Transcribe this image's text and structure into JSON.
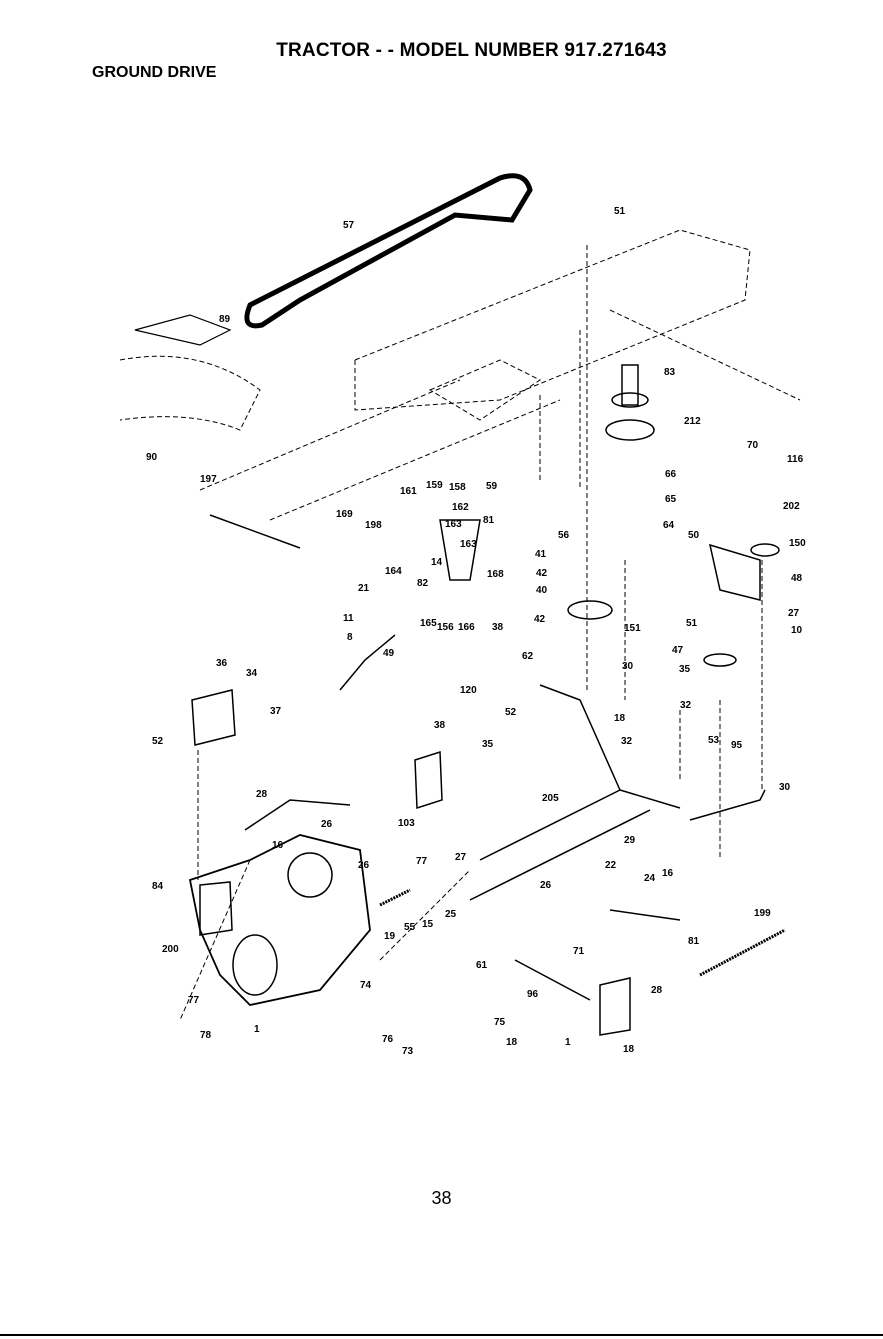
{
  "header": {
    "title": "TRACTOR - - MODEL NUMBER 917.271643",
    "section": "GROUND DRIVE"
  },
  "parts": [
    "57",
    "51",
    "89",
    "83",
    "212",
    "70",
    "116",
    "90",
    "197",
    "59",
    "66",
    "65",
    "161",
    "159",
    "158",
    "162",
    "169",
    "81",
    "64",
    "198",
    "163",
    "202",
    "150",
    "56",
    "50",
    "41",
    "164",
    "14",
    "163",
    "42",
    "40",
    "48",
    "168",
    "21",
    "82",
    "165",
    "156",
    "166",
    "38",
    "42",
    "151",
    "27",
    "51",
    "10",
    "11",
    "8",
    "49",
    "47",
    "35",
    "62",
    "120",
    "32",
    "30",
    "36",
    "34",
    "52",
    "18",
    "37",
    "52",
    "32",
    "38",
    "35",
    "53",
    "95",
    "30",
    "28",
    "103",
    "205",
    "26",
    "16",
    "29",
    "26",
    "27",
    "77",
    "16",
    "84",
    "22",
    "24",
    "26",
    "25",
    "19",
    "55",
    "15",
    "199",
    "200",
    "81",
    "71",
    "61",
    "96",
    "28",
    "77",
    "78",
    "74",
    "75",
    "76",
    "73",
    "18",
    "1"
  ],
  "footer": {
    "page_number": "38"
  }
}
